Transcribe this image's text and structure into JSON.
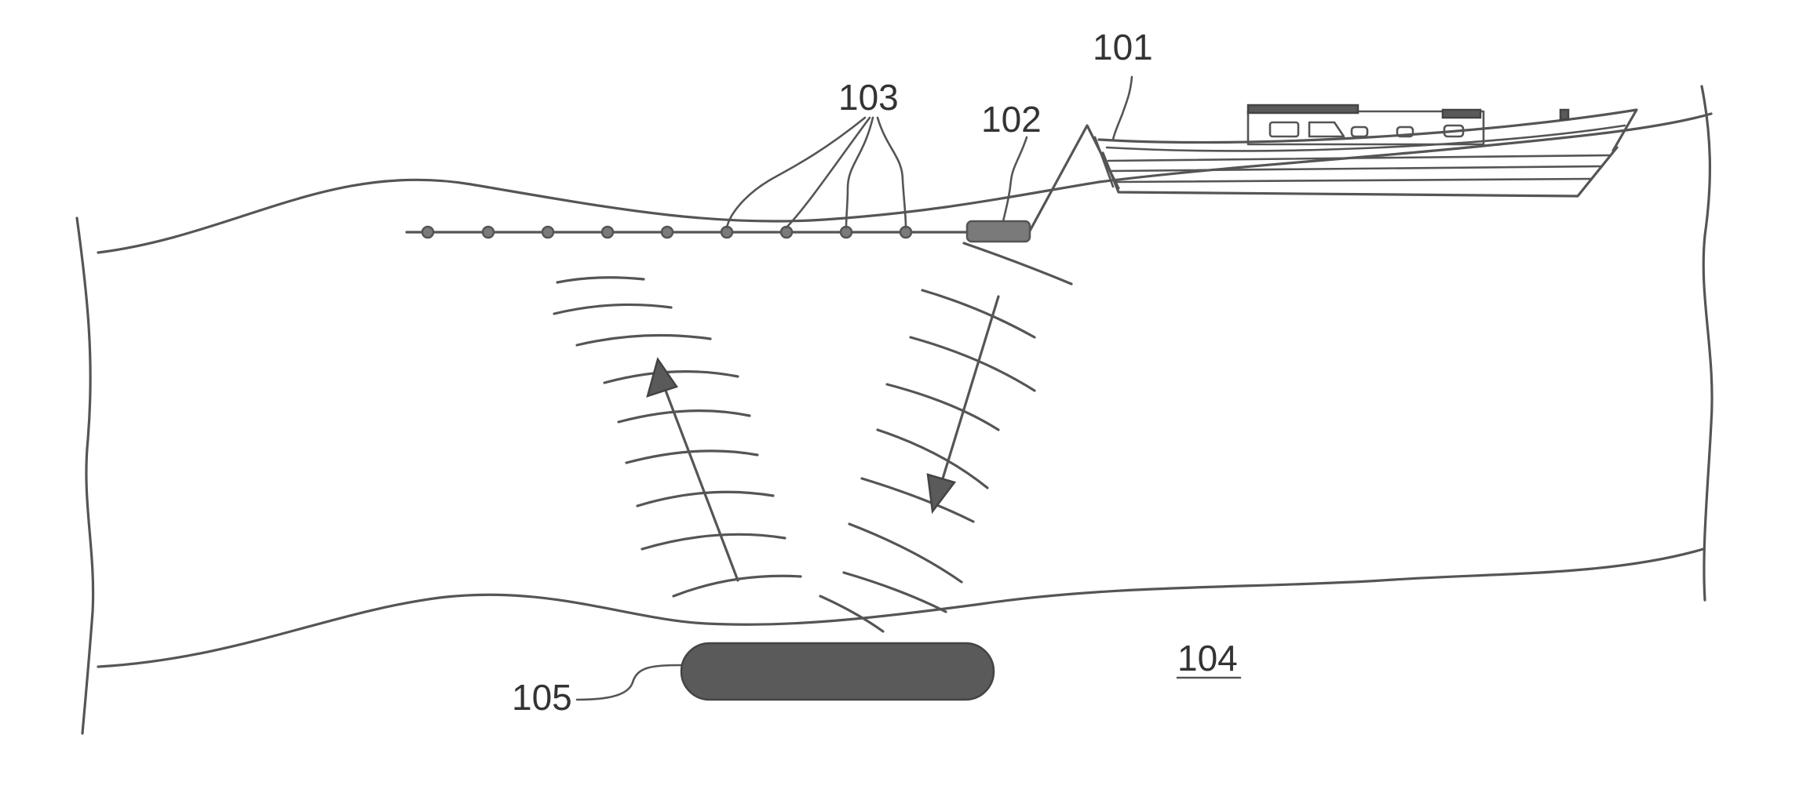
{
  "labels": {
    "ship": "101",
    "source": "102",
    "receivers": "103",
    "subsurface": "104",
    "target": "105"
  }
}
